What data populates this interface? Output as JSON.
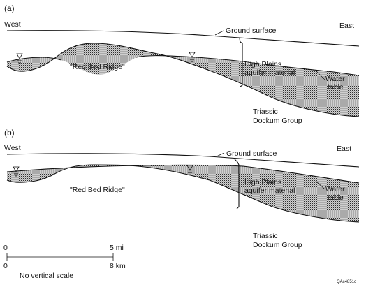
{
  "panels": [
    {
      "id": "a",
      "label": "(a)",
      "west": "West",
      "east": "East",
      "ground_surface": "Ground surface",
      "ridge": "\"Red Bed Ridge\"",
      "aquifer_line1": "High Plains",
      "aquifer_line2": "aquifer material",
      "water_line1": "Water",
      "water_line2": "table",
      "dockum_line1": "Triassic",
      "dockum_line2": "Dockum Group"
    },
    {
      "id": "b",
      "label": "(b)",
      "west": "West",
      "east": "East",
      "ground_surface": "Ground surface",
      "ridge": "\"Red Bed Ridge\"",
      "aquifer_line1": "High Plains",
      "aquifer_line2": "aquifer material",
      "water_line1": "Water",
      "water_line2": "table",
      "dockum_line1": "Triassic",
      "dockum_line2": "Dockum Group"
    }
  ],
  "scale": {
    "mi_start": "0",
    "mi_end": "5 mi",
    "km_start": "0",
    "km_end": "8 km",
    "note": "No vertical scale"
  },
  "figure_id": "QAc4851c",
  "colors": {
    "ink": "#111111",
    "stipple": "#3a3a3a",
    "background": "#ffffff"
  }
}
